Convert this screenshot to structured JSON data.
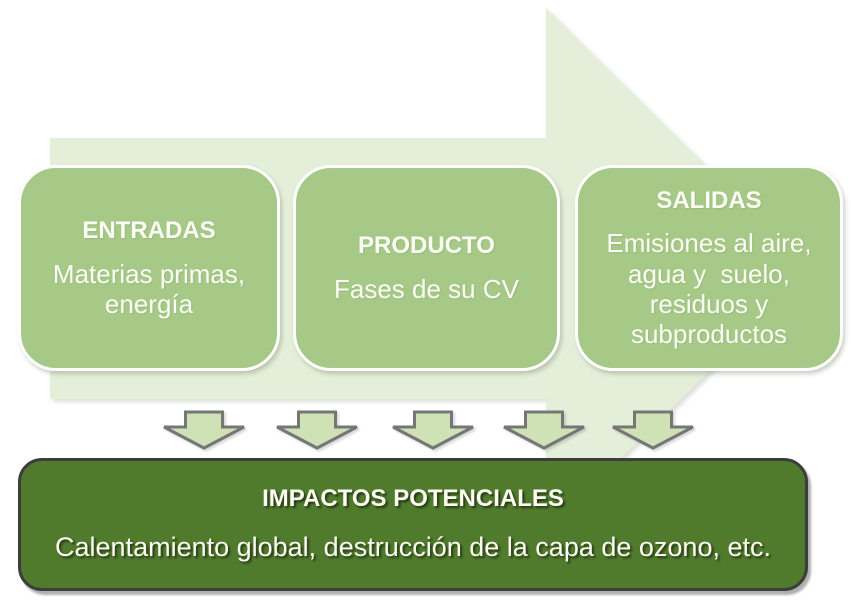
{
  "palette": {
    "background_arrow_green": "#e4efd9",
    "box_green": "#a6c987",
    "box_border": "#ffffff",
    "box_text": "#fcfdf5",
    "down_arrow_fill": "#cee2b6",
    "down_arrow_stroke": "#767676",
    "impact_fill": "#507b2d",
    "impact_border": "#3d3d3d",
    "impact_text": "#fdfdf2"
  },
  "boxes": [
    {
      "title": "ENTRADAS",
      "body": "Materias primas,\nenergía"
    },
    {
      "title": "PRODUCTO",
      "body": "Fases de su CV"
    },
    {
      "title": "SALIDAS",
      "body": "Emisiones al aire,\nagua y  suelo,\nresiduos y\nsubproductos"
    }
  ],
  "down_arrows_count": 5,
  "impact": {
    "title": "IMPACTOS POTENCIALES",
    "body": "Calentamiento global, destrucción de la capa de ozono, etc."
  }
}
